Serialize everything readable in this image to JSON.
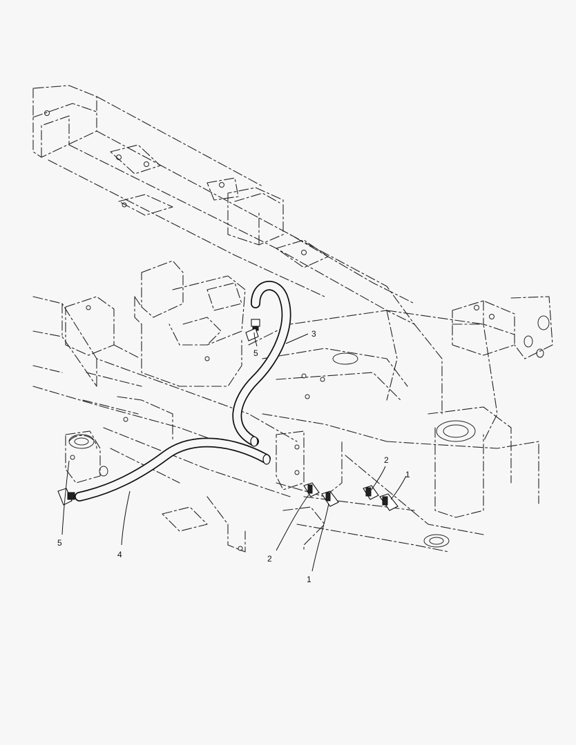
{
  "callouts": {
    "c1a": "1",
    "c1b": "1",
    "c2a": "2",
    "c2b": "2",
    "c3": "3",
    "c4": "4",
    "c5a": "5",
    "c5b": "5"
  },
  "colors": {
    "background": "#f7f7f7",
    "line": "#222222"
  }
}
